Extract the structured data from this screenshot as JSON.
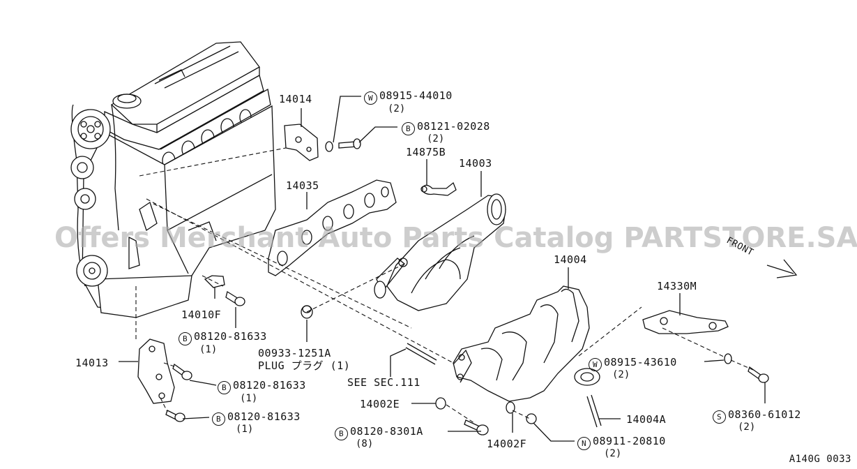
{
  "watermark": "Offers Merchant Auto Parts Catalog PARTSTORE.SA",
  "figure_code": "A140G 0033",
  "front_label": "FRONT",
  "parts": {
    "p14014": "14014",
    "p14035": "14035",
    "p14875B": "14875B",
    "p14003": "14003",
    "p14004": "14004",
    "p14330M": "14330M",
    "p14010F": "14010F",
    "p14013": "14013",
    "p14002E": "14002E",
    "p14002F": "14002F",
    "p14004A": "14004A",
    "plug_part": "00933-1251A",
    "plug_desc": "PLUG プラグ (1)",
    "see_sec": "SEE SEC.111"
  },
  "fasteners": [
    {
      "prefix": "W",
      "number": "08915-44010",
      "qty": "(2)"
    },
    {
      "prefix": "B",
      "number": "08121-02028",
      "qty": "(2)"
    },
    {
      "prefix": "B",
      "number": "08120-81633",
      "qty": "(1)"
    },
    {
      "prefix": "B",
      "number": "08120-81633",
      "qty": "(1)"
    },
    {
      "prefix": "B",
      "number": "08120-81633",
      "qty": "(1)"
    },
    {
      "prefix": "W",
      "number": "08915-43610",
      "qty": "(2)"
    },
    {
      "prefix": "S",
      "number": "08360-61012",
      "qty": "(2)"
    },
    {
      "prefix": "B",
      "number": "08120-8301A",
      "qty": "(8)"
    },
    {
      "prefix": "N",
      "number": "08911-20810",
      "qty": "(2)"
    }
  ]
}
